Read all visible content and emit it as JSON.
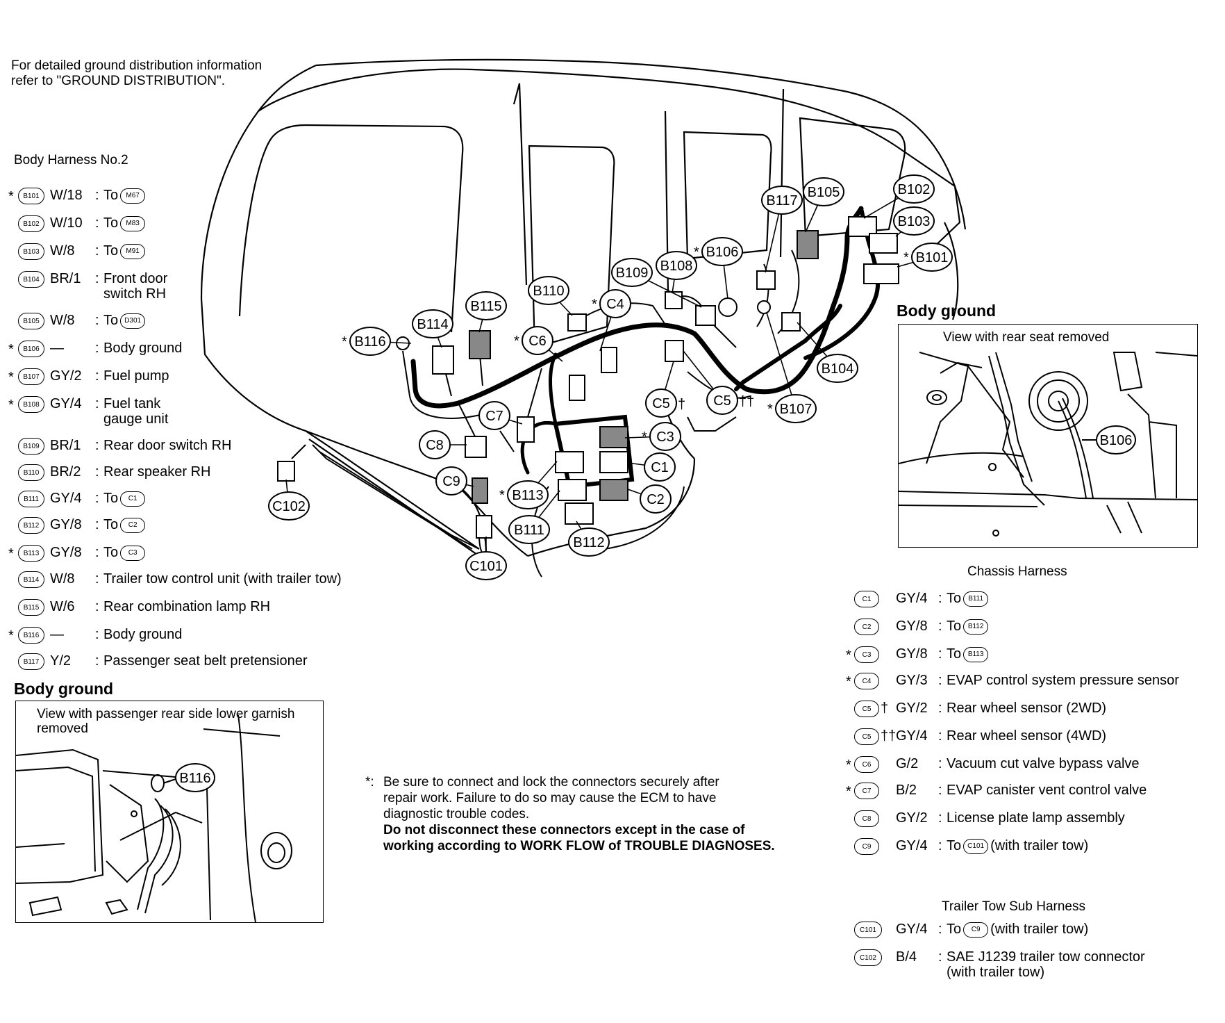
{
  "top_note": {
    "line1": "For detailed ground distribution information",
    "line2": "refer to \"GROUND DISTRIBUTION\"."
  },
  "body_harness": {
    "title": "Body Harness No.2",
    "items": [
      {
        "star": "*",
        "id": "B101",
        "spec": "W/18",
        "desc": "To",
        "target": "M67"
      },
      {
        "star": "",
        "id": "B102",
        "spec": "W/10",
        "desc": "To",
        "target": "M83"
      },
      {
        "star": "",
        "id": "B103",
        "spec": "W/8",
        "desc": "To",
        "target": "M91"
      },
      {
        "star": "",
        "id": "B104",
        "spec": "BR/1",
        "desc": "Front door",
        "desc2": "switch RH"
      },
      {
        "star": "",
        "id": "B105",
        "spec": "W/8",
        "desc": "To",
        "target": "D301"
      },
      {
        "star": "*",
        "id": "B106",
        "spec": "—",
        "desc": "Body ground"
      },
      {
        "star": "*",
        "id": "B107",
        "spec": "GY/2",
        "desc": "Fuel pump"
      },
      {
        "star": "*",
        "id": "B108",
        "spec": "GY/4",
        "desc": "Fuel tank",
        "desc2": "gauge unit"
      },
      {
        "star": "",
        "id": "B109",
        "spec": "BR/1",
        "desc": "Rear door switch RH"
      },
      {
        "star": "",
        "id": "B110",
        "spec": "BR/2",
        "desc": "Rear speaker RH"
      },
      {
        "star": "",
        "id": "B111",
        "spec": "GY/4",
        "desc": "To",
        "target": "C1"
      },
      {
        "star": "",
        "id": "B112",
        "spec": "GY/8",
        "desc": "To",
        "target": "C2"
      },
      {
        "star": "*",
        "id": "B113",
        "spec": "GY/8",
        "desc": "To",
        "target": "C3"
      },
      {
        "star": "",
        "id": "B114",
        "spec": "W/8",
        "desc": "Trailer tow control unit (with trailer tow)"
      },
      {
        "star": "",
        "id": "B115",
        "spec": "W/6",
        "desc": "Rear combination lamp RH"
      },
      {
        "star": "*",
        "id": "B116",
        "spec": "—",
        "desc": "Body ground"
      },
      {
        "star": "",
        "id": "B117",
        "spec": "Y/2",
        "desc": "Passenger seat belt pretensioner"
      }
    ]
  },
  "body_ground_left": {
    "title": "Body ground",
    "caption": "View with passenger rear side lower garnish removed",
    "label": "B116"
  },
  "body_ground_right": {
    "title": "Body ground",
    "caption": "View with rear seat removed",
    "label": "B106"
  },
  "warning": {
    "star": "*:",
    "line1": "Be sure to connect and lock the connectors securely after",
    "line2": "repair work. Failure to do so may cause the ECM to have",
    "line3": "diagnostic trouble codes.",
    "line4": "Do not disconnect these connectors except in the case of",
    "line5": "working according to WORK FLOW of TROUBLE DIAGNOSES."
  },
  "chassis_harness": {
    "title": "Chassis Harness",
    "items": [
      {
        "star": "",
        "id": "C1",
        "dag": "",
        "spec": "GY/4",
        "desc": "To",
        "target": "B111"
      },
      {
        "star": "",
        "id": "C2",
        "dag": "",
        "spec": "GY/8",
        "desc": "To",
        "target": "B112"
      },
      {
        "star": "*",
        "id": "C3",
        "dag": "",
        "spec": "GY/8",
        "desc": "To",
        "target": "B113"
      },
      {
        "star": "*",
        "id": "C4",
        "dag": "",
        "spec": "GY/3",
        "desc": "EVAP control system pressure sensor"
      },
      {
        "star": "",
        "id": "C5",
        "dag": "†",
        "spec": "GY/2",
        "desc": "Rear wheel sensor (2WD)"
      },
      {
        "star": "",
        "id": "C5",
        "dag": "††",
        "spec": "GY/4",
        "desc": "Rear wheel sensor (4WD)"
      },
      {
        "star": "*",
        "id": "C6",
        "dag": "",
        "spec": "G/2",
        "desc": "Vacuum cut valve bypass valve"
      },
      {
        "star": "*",
        "id": "C7",
        "dag": "",
        "spec": "B/2",
        "desc": "EVAP canister vent control valve"
      },
      {
        "star": "",
        "id": "C8",
        "dag": "",
        "spec": "GY/2",
        "desc": "License plate lamp assembly"
      },
      {
        "star": "",
        "id": "C9",
        "dag": "",
        "spec": "GY/4",
        "desc": "To",
        "target": "C101",
        "tail": "(with trailer tow)"
      }
    ]
  },
  "trailer_harness": {
    "title": "Trailer Tow Sub Harness",
    "items": [
      {
        "id": "C101",
        "spec": "GY/4",
        "desc": "To",
        "target": "C9",
        "tail": "(with trailer tow)"
      },
      {
        "id": "C102",
        "spec": "B/4",
        "desc": "SAE J1239 trailer tow connector",
        "desc2": "(with trailer tow)"
      }
    ]
  },
  "diagram_labels": {
    "B101": "B101",
    "B102": "B102",
    "B103": "B103",
    "B104": "B104",
    "B105": "B105",
    "B106": "B106",
    "B107": "B107",
    "B108": "B108",
    "B109": "B109",
    "B110": "B110",
    "B111": "B111",
    "B112": "B112",
    "B113": "B113",
    "B114": "B114",
    "B115": "B115",
    "B116": "B116",
    "B117": "B117",
    "C1": "C1",
    "C2": "C2",
    "C3": "C3",
    "C4": "C4",
    "C5a": "C5",
    "C5b": "C5",
    "C6": "C6",
    "C7": "C7",
    "C8": "C8",
    "C9": "C9",
    "C101": "C101",
    "C102": "C102",
    "star": "*",
    "dag1": "†",
    "dag2": "††"
  }
}
